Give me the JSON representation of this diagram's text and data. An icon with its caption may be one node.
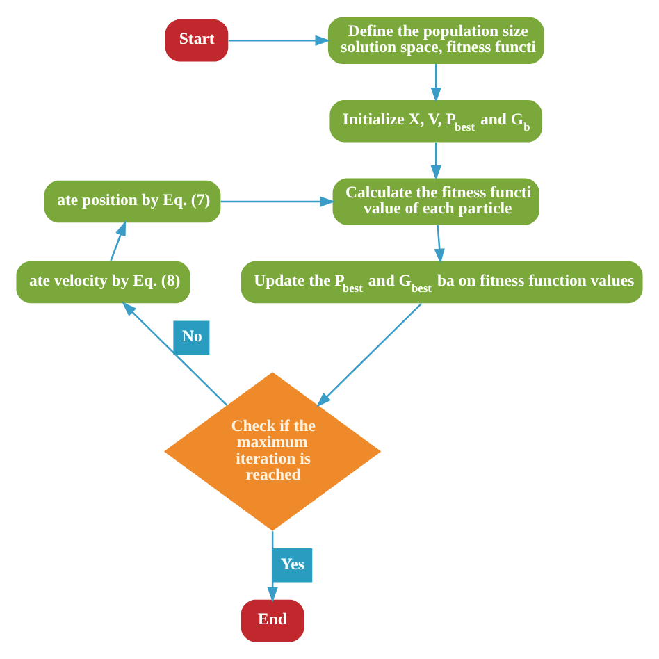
{
  "diagram": {
    "nodes": [
      {
        "text": [
          "Start"
        ]
      },
      {
        "text": [
          "Define the population size solution space, fitness functi"
        ]
      },
      {
        "text": [
          "Initialize X, V, P$_{best}$ and G$_{b}$"
        ]
      },
      {
        "text": [
          "ate position by Eq. (7)"
        ]
      },
      {
        "text": [
          "ate velocity by Eq. (8)"
        ]
      },
      {
        "text": [
          "Calculate the fitness functi value of each particle"
        ]
      },
      {
        "text": [
          "Update the P$_{best}$ and G$_{best}$ ba on fitness function values"
        ]
      },
      {
        "text": [
          "Check if the maximum iteration is reached"
        ]
      },
      {
        "text": [
          "End"
        ]
      }
    ],
    "edges": [
      {
        "from": 0,
        "to": 1,
        "arrow": "to"
      },
      {
        "from": 1,
        "to": 2,
        "arrow": "to"
      },
      {
        "from": 2,
        "to": 5,
        "arrow": "to"
      },
      {
        "from": 3,
        "to": 5,
        "arrow": "to"
      },
      {
        "from": 4,
        "to": 3,
        "arrow": "to"
      },
      {
        "from": 5,
        "to": 6,
        "arrow": "to"
      },
      {
        "from": 6,
        "to": 7,
        "arrow": "to"
      },
      {
        "from": 7,
        "to": 4,
        "arrow": "to",
        "label": "No"
      },
      {
        "from": 7,
        "to": 8,
        "arrow": "to",
        "label": "Yes"
      }
    ]
  }
}
